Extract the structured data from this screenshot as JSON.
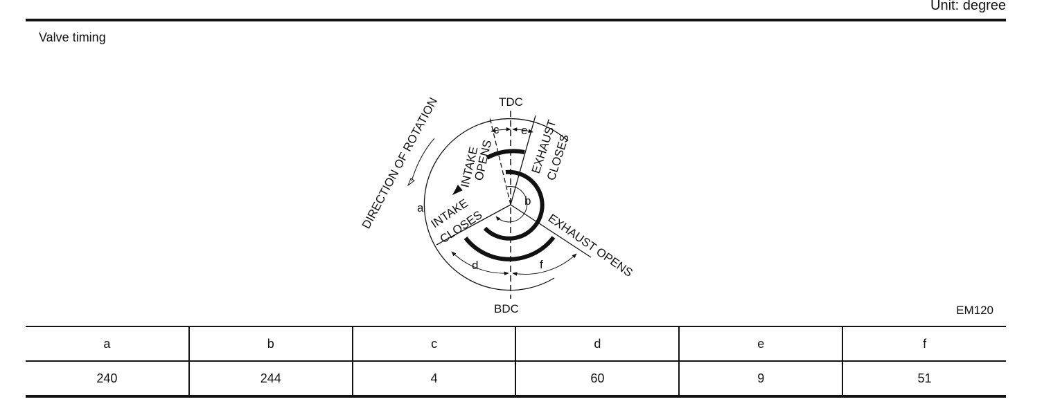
{
  "header": {
    "unit": "Unit: degree"
  },
  "section": {
    "title": "Valve timing"
  },
  "diagram": {
    "labels": {
      "tdc": "TDC",
      "bdc": "BDC",
      "direction": "DIRECTION OF ROTATION",
      "intake_opens": [
        "INTAKE",
        "OPENS"
      ],
      "exhaust_closes": [
        "EXHAUST",
        "CLOSES"
      ],
      "intake_closes": [
        "INTAKE",
        "CLOSES"
      ],
      "exhaust_opens": "EXHAUST OPENS",
      "a": "a",
      "b": "b",
      "c": "c",
      "d": "d",
      "e": "e",
      "f": "f"
    },
    "figure_code": "EM120"
  },
  "table": {
    "headers": [
      "a",
      "b",
      "c",
      "d",
      "e",
      "f"
    ],
    "values": [
      "240",
      "244",
      "4",
      "60",
      "9",
      "51"
    ]
  }
}
